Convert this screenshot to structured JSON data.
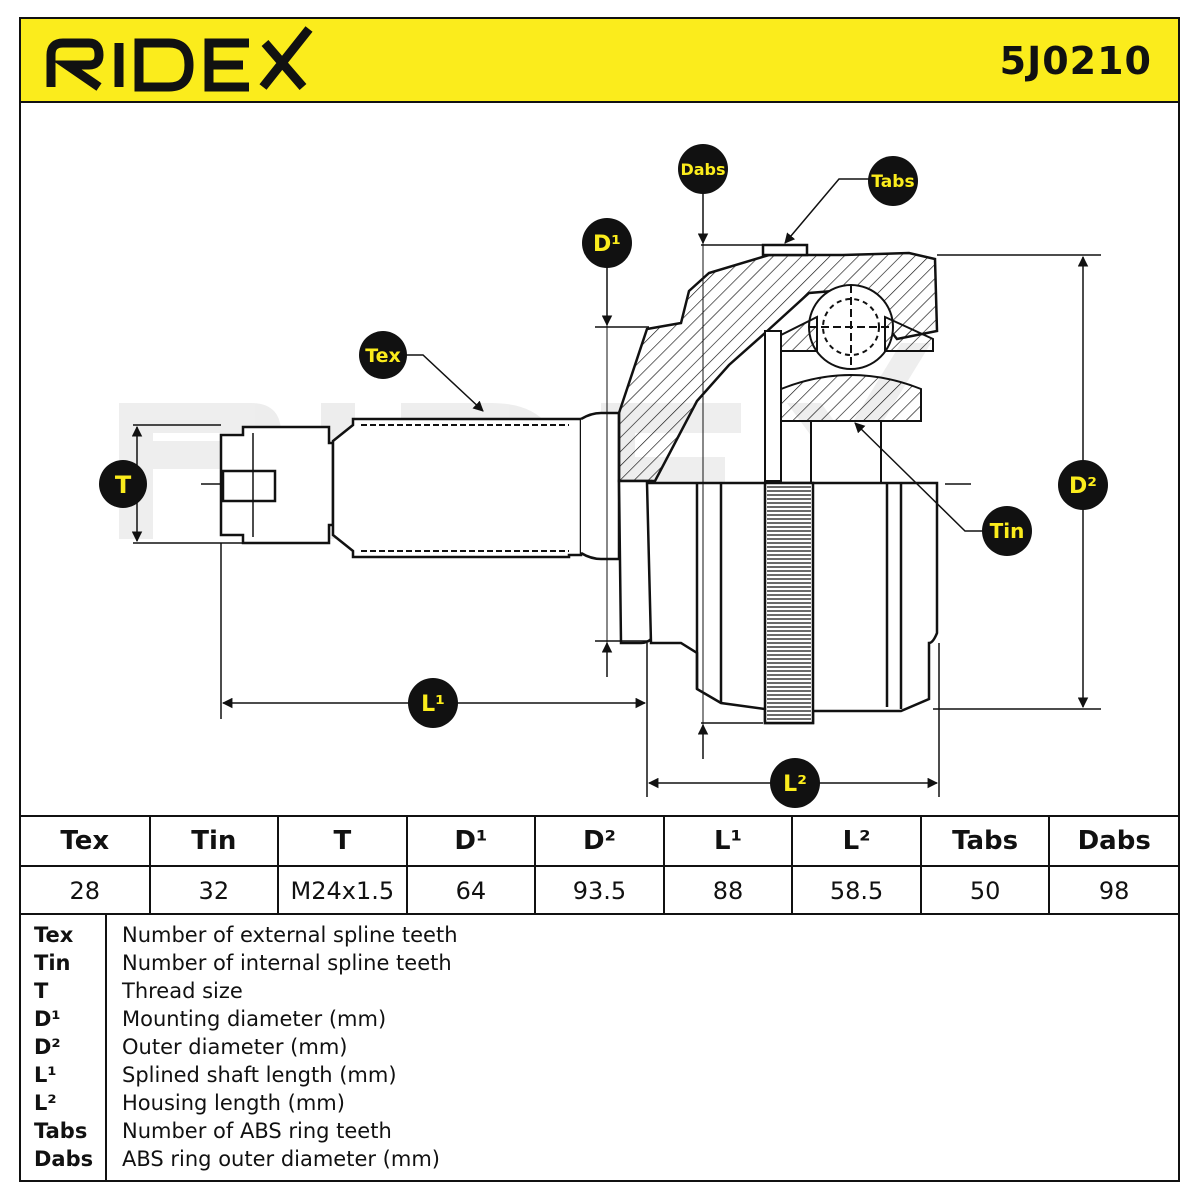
{
  "brand": {
    "name": "RIDEX",
    "part_number": "5J0210",
    "accent_color": "#fbec1c",
    "ink_color": "#111111"
  },
  "callouts": {
    "tex": "Tex",
    "tin": "Tin",
    "t": "T",
    "d1": "D¹",
    "d2": "D²",
    "l1": "L¹",
    "l2": "L²",
    "tabs": "Tabs",
    "dabs": "Dabs"
  },
  "specs": {
    "headers": [
      "Tex",
      "Tin",
      "T",
      "D¹",
      "D²",
      "L¹",
      "L²",
      "Tabs",
      "Dabs"
    ],
    "values": [
      "28",
      "32",
      "M24x1.5",
      "64",
      "93.5",
      "88",
      "58.5",
      "50",
      "98"
    ]
  },
  "legend": [
    {
      "key": "Tex",
      "desc": "Number of external spline teeth"
    },
    {
      "key": "Tin",
      "desc": "Number of internal spline teeth"
    },
    {
      "key": "T",
      "desc": "Thread size"
    },
    {
      "key": "D¹",
      "desc": "Mounting diameter (mm)"
    },
    {
      "key": "D²",
      "desc": "Outer diameter (mm)"
    },
    {
      "key": "L¹",
      "desc": "Splined shaft length (mm)"
    },
    {
      "key": "L²",
      "desc": "Housing length (mm)"
    },
    {
      "key": "Tabs",
      "desc": "Number of ABS ring teeth"
    },
    {
      "key": "Dabs",
      "desc": "ABS ring outer diameter (mm)"
    }
  ]
}
